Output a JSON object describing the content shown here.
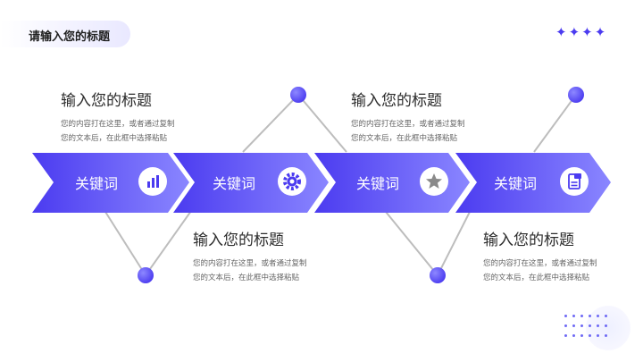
{
  "page_title": "请输入您的标题",
  "stars": "✦✦✦✦",
  "steps": [
    {
      "keyword": "关键词",
      "icon": "bar-chart-icon",
      "title": "输入您的标题",
      "desc1": "您的内容打在这里，或者通过复制",
      "desc2": "您的文本后，在此框中选择粘贴"
    },
    {
      "keyword": "关键词",
      "icon": "gear-icon",
      "title": "输入您的标题",
      "desc1": "您的内容打在这里，或者通过复制",
      "desc2": "您的文本后，在此框中选择粘贴"
    },
    {
      "keyword": "关键词",
      "icon": "star-icon",
      "title": "输入您的标题",
      "desc1": "您的内容打在这里，或者通过复制",
      "desc2": "您的文本后，在此框中选择粘贴"
    },
    {
      "keyword": "关键词",
      "icon": "document-icon",
      "title": "输入您的标题",
      "desc1": "您的内容打在这里，或者通过复制",
      "desc2": "您的文本后，在此框中选择粘贴"
    }
  ],
  "colors": {
    "accent": "#4b3bf0",
    "accent_light": "#7b74ff",
    "text": "#2b2b2b",
    "muted": "#666666"
  }
}
